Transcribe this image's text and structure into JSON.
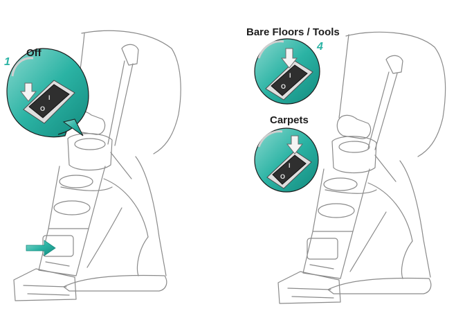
{
  "left_panel": {
    "step_number": "1",
    "label": "Off"
  },
  "right_panel": {
    "step_number": "4",
    "label_top": "Bare Floors / Tools",
    "label_bottom": "Carpets"
  },
  "switch_symbols": {
    "on": "I",
    "off": "O"
  },
  "colors": {
    "teal": "#2bb3a4",
    "teal_dark": "#138a7e",
    "teal_light": "#8ad9cf",
    "line": "#8a8a8a",
    "switch_dark": "#2f2f2f"
  },
  "icons": [
    "press-down-arrow-icon",
    "insert-arrow-icon"
  ]
}
